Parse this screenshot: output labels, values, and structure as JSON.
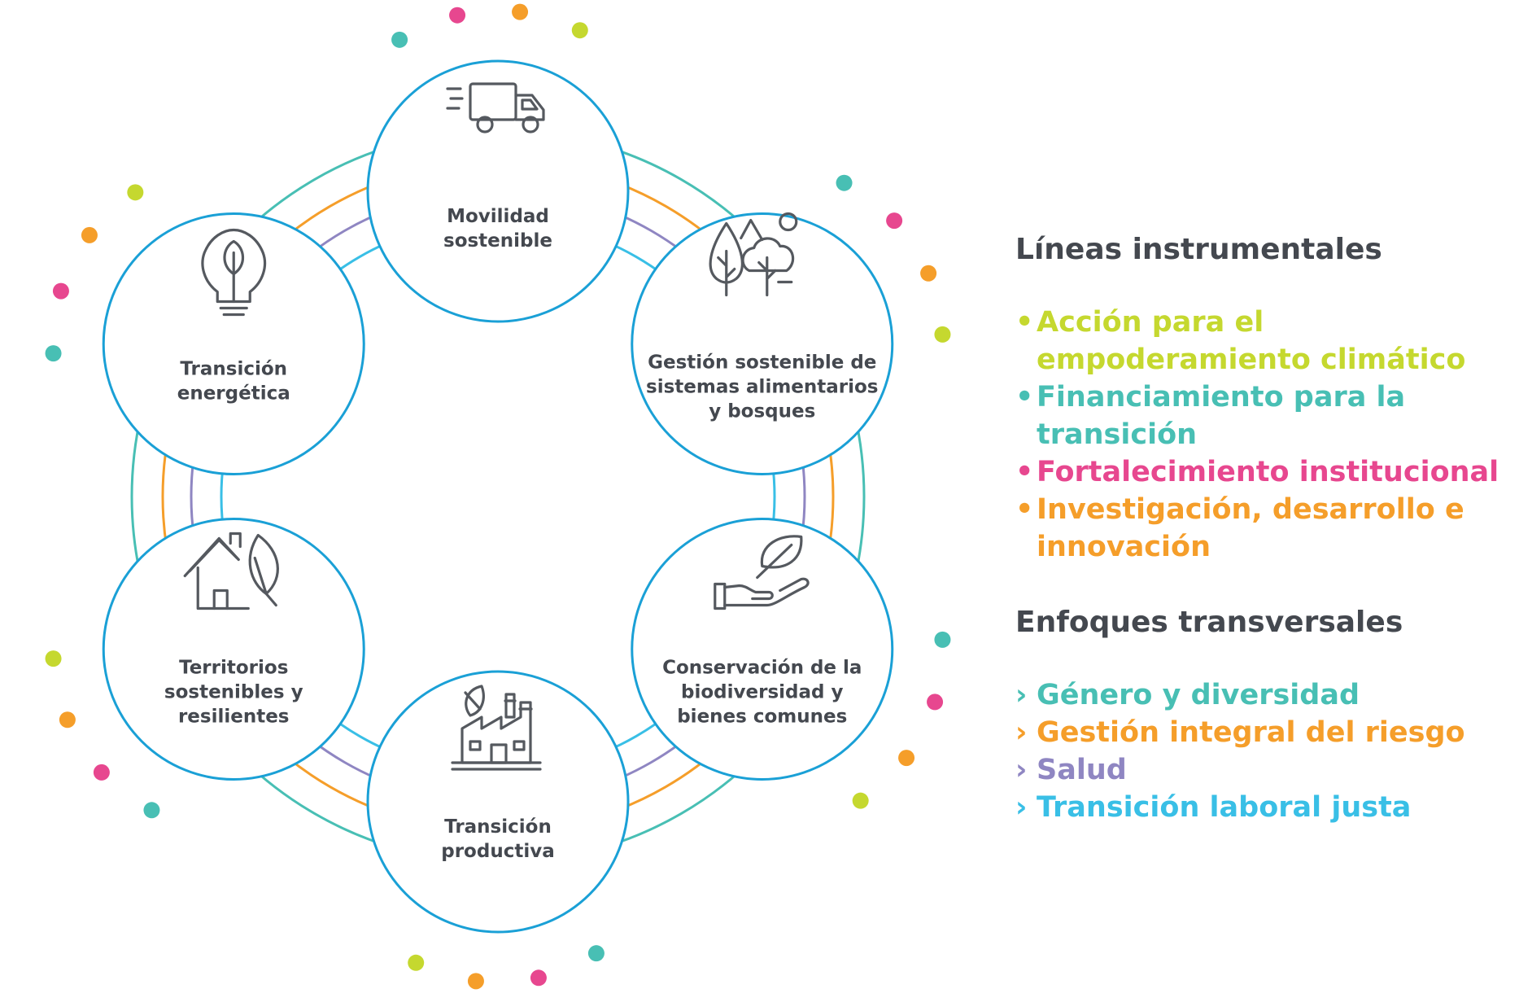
{
  "colors": {
    "ring": "#1aa0d6",
    "text": "#44484f",
    "icon": "#55595f",
    "teal": "#48bfb4",
    "orange": "#f59e2a",
    "purple": "#8f86c2",
    "cyan": "#39bfe6",
    "pink": "#e7478f",
    "lime": "#c5d82f"
  },
  "nodes": [
    {
      "id": "movilidad",
      "icon": "truck-icon",
      "lines": [
        "Movilidad",
        "sostenible"
      ]
    },
    {
      "id": "gestion",
      "icon": "trees-icon",
      "lines": [
        "Gestión sostenible de",
        "sistemas alimentarios",
        "y bosques"
      ]
    },
    {
      "id": "conservacion",
      "icon": "hand-leaf-icon",
      "lines": [
        "Conservación de la",
        "biodiversidad y",
        "bienes comunes"
      ]
    },
    {
      "id": "productiva",
      "icon": "factory-icon",
      "lines": [
        "Transición",
        "productiva"
      ]
    },
    {
      "id": "territorios",
      "icon": "house-leaf-icon",
      "lines": [
        "Territorios",
        "sostenibles y",
        "resilientes"
      ]
    },
    {
      "id": "energetica",
      "icon": "lightbulb-icon",
      "lines": [
        "Transición",
        "energética"
      ]
    }
  ],
  "legend": {
    "instrumental": {
      "heading": "Líneas instrumentales",
      "bullet": "•",
      "items": [
        {
          "text": "Acción para el empoderamiento climático",
          "color": "#c5d82f"
        },
        {
          "text": "Financiamiento para la transición",
          "color": "#48bfb4"
        },
        {
          "text": "Fortalecimiento institucional",
          "color": "#e7478f"
        },
        {
          "text": "Investigación, desarrollo e innovación",
          "color": "#f59e2a"
        }
      ]
    },
    "transversal": {
      "heading": "Enfoques transversales",
      "bullet": "›",
      "items": [
        {
          "text": "Género y diversidad",
          "color": "#48bfb4"
        },
        {
          "text": "Gestión integral del riesgo",
          "color": "#f59e2a"
        },
        {
          "text": "Salud",
          "color": "#8f86c2"
        },
        {
          "text": "Transición laboral justa",
          "color": "#39bfe6"
        }
      ]
    }
  }
}
